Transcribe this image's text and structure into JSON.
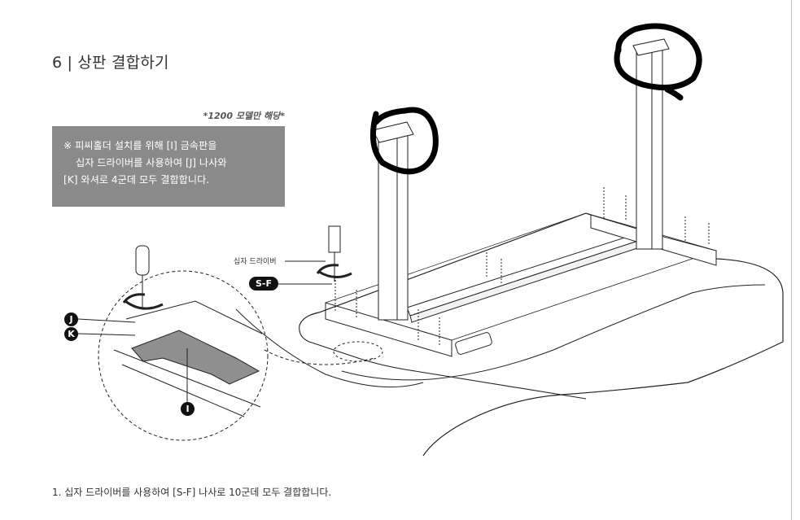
{
  "header": {
    "title": "6 | 상판 결합하기"
  },
  "note": {
    "model": "*1200 모델만 해당*"
  },
  "info_box": {
    "lines": [
      "※ 피씨홀더 설치를 위해 [I] 금속판을",
      "십자 드라이버를 사용하여 [J] 나사와",
      "[K] 와셔로 4군데 모두 결합합니다."
    ],
    "background": "#8a8a8a"
  },
  "diagram": {
    "tool_label": "십자 드라이버",
    "screw_badge": "S-F",
    "part_j": "J",
    "part_k": "K",
    "part_i": "I"
  },
  "instructions": {
    "step1": "1. 십자 드라이버를 사용하여 [S-F] 나사로 10군데 모두 결합합니다."
  },
  "colors": {
    "text": "#333333",
    "line": "#222222",
    "box": "#8a8a8a",
    "badge": "#111111"
  }
}
